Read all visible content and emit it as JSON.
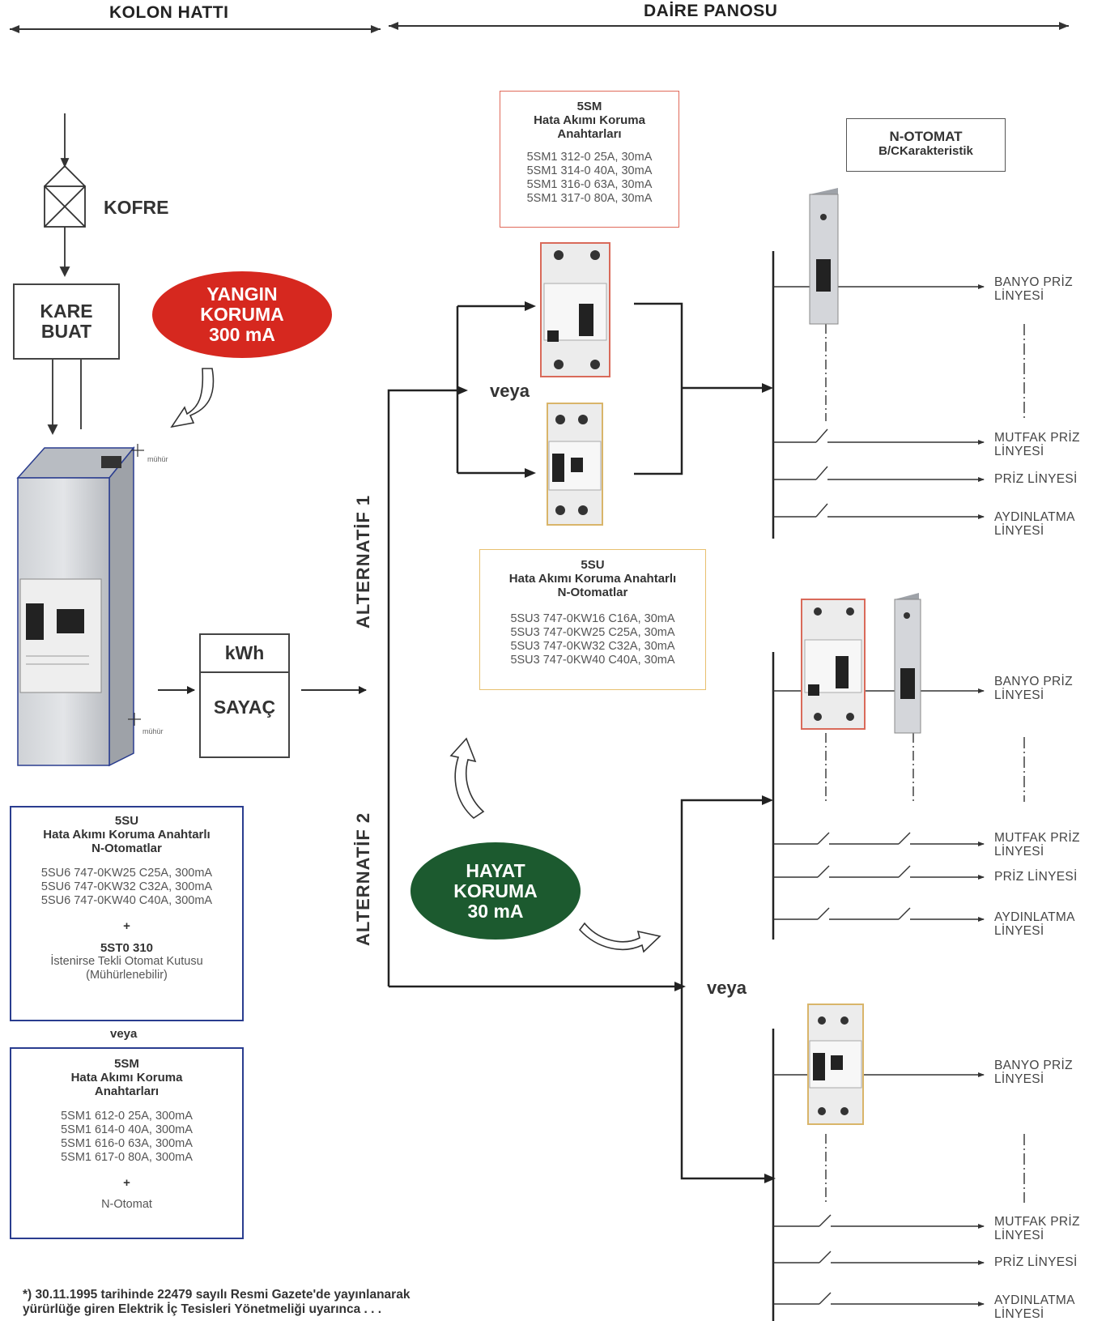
{
  "header": {
    "left": "KOLON HATTI",
    "right": "DAİRE PANOSU"
  },
  "kofre": "KOFRE",
  "kare_buat": {
    "line1": "KARE",
    "line2": "BUAT"
  },
  "yangin": {
    "line1": "YANGIN",
    "line2": "KORUMA",
    "line3": "300 mA",
    "color": "#d6281f"
  },
  "hayat": {
    "line1": "HAYAT",
    "line2": "KORUMA",
    "line3": "30 mA",
    "color": "#1c5a2f"
  },
  "muhur": "mühür",
  "meter": {
    "kwh": "kWh",
    "sayac": "SAYAÇ"
  },
  "alternatif1": "ALTERNATİF 1",
  "alternatif2": "ALTERNATİF 2",
  "veya": "veya",
  "box_5sm_top": {
    "title1": "5SM",
    "title2": "Hata Akımı Koruma",
    "title3": "Anahtarları",
    "lines": [
      "5SM1 312-0 25A, 30mA",
      "5SM1 314-0 40A, 30mA",
      "5SM1 316-0 63A, 30mA",
      "5SM1 317-0 80A, 30mA"
    ],
    "border": "#e06a5a"
  },
  "box_notomat": {
    "title1": "N-OTOMAT",
    "title2": "B/CKarakteristik"
  },
  "box_5su_mid": {
    "title1": "5SU",
    "title2": "Hata Akımı Koruma Anahtarlı",
    "title3": "N-Otomatlar",
    "lines": [
      "5SU3 747-0KW16 C16A, 30mA",
      "5SU3 747-0KW25 C25A, 30mA",
      "5SU3 747-0KW32 C32A, 30mA",
      "5SU3 747-0KW40 C40A, 30mA"
    ],
    "border": "#e8c070"
  },
  "box_5su_left": {
    "title1": "5SU",
    "title2": "Hata Akımı Koruma Anahtarlı",
    "title3": "N-Otomatlar",
    "lines": [
      "5SU6 747-0KW25 C25A, 300mA",
      "5SU6 747-0KW32 C32A, 300mA",
      "5SU6 747-0KW40 C40A, 300mA"
    ],
    "plus": "+",
    "sub1": "5ST0 310",
    "sub2": "İstenirse Tekli Otomat Kutusu",
    "sub3": "(Mühürlenebilir)",
    "border": "#2a3d8f"
  },
  "box_5sm_left": {
    "title1": "5SM",
    "title2": "Hata Akımı Koruma",
    "title3": "Anahtarları",
    "lines": [
      "5SM1 612-0 25A, 300mA",
      "5SM1 614-0 40A, 300mA",
      "5SM1 616-0 63A, 300mA",
      "5SM1 617-0 80A, 300mA"
    ],
    "plus": "+",
    "sub": "N-Otomat",
    "border": "#2a3d8f"
  },
  "lines": {
    "banyo1": "BANYO PRİZ",
    "banyo2": "LİNYESİ",
    "mutfak1": "MUTFAK PRİZ",
    "mutfak2": "LİNYESİ",
    "priz": "PRİZ LİNYESİ",
    "aydin1": "AYDINLATMA",
    "aydin2": "LİNYESİ"
  },
  "footnote": {
    "line1": "*) 30.11.1995 tarihinde 22479 sayılı Resmi Gazete'de yayınlanarak",
    "line2": "yürürlüğe giren Elektrik İç Tesisleri Yönetmeliği uyarınca . . ."
  }
}
